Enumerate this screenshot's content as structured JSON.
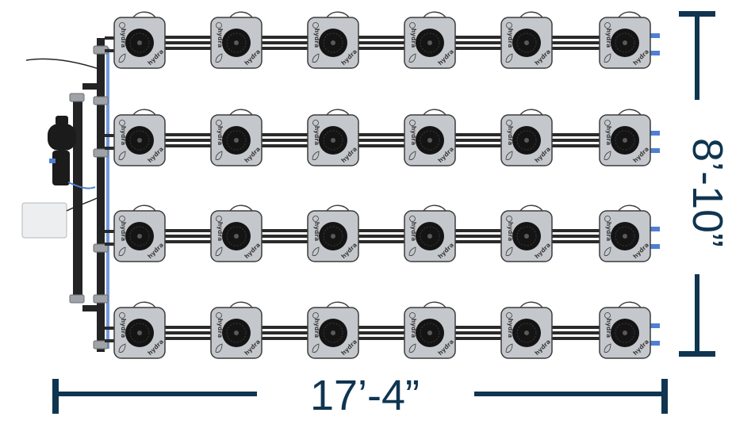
{
  "diagram": {
    "layout": {
      "rows": 4,
      "columns": 6
    },
    "dimensions": {
      "width_label": "17’-4”",
      "height_label": "8’-10”"
    },
    "site": {
      "brand_text": "hydra",
      "logo_text": "hydra"
    },
    "colors": {
      "dimension": "#0f3550",
      "site_body": "#c4c7cb",
      "site_border": "#3c3c3c",
      "lid": "#141414",
      "tube": "#2a2a2a",
      "pipe": "#232323",
      "fitting": "#9fa3a8",
      "connector": "#4f7fd1",
      "pump": "#1b1b1b",
      "controller": "#eceeef"
    },
    "icons": {
      "site_logo": "hydra-logo-icon",
      "site_leaf": "leaf-icon",
      "pump": "pump-icon",
      "controller": "controller-box-icon"
    }
  }
}
